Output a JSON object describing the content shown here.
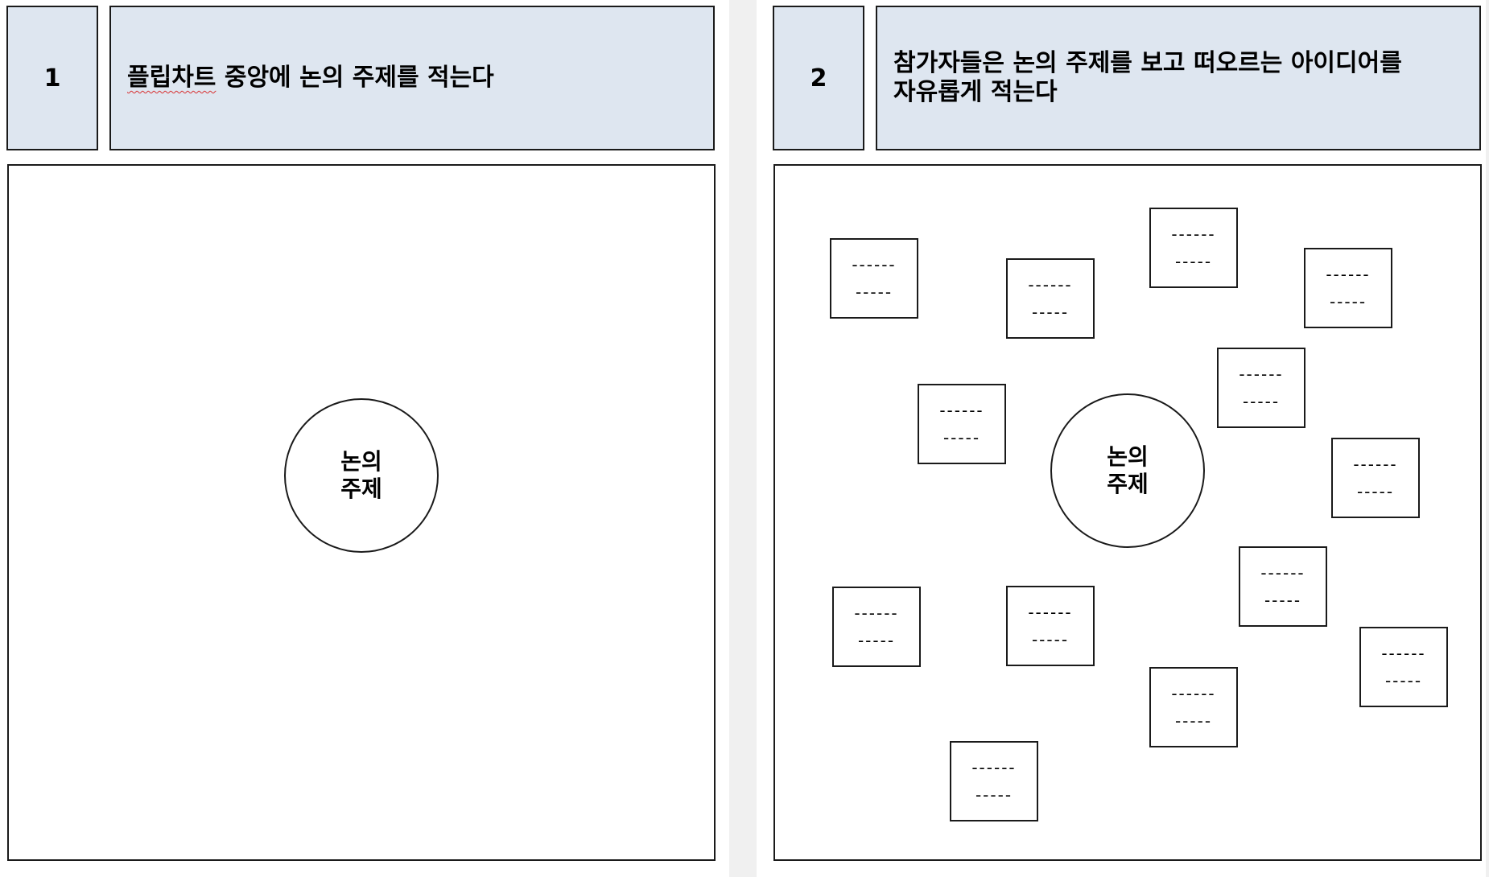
{
  "panels": [
    {
      "step": "1",
      "title_underlined": "플립차트",
      "title_rest": " 중앙에 논의 주제를 적는다",
      "topic": "논의\n주제"
    },
    {
      "step": "2",
      "title": "참가자들은 논의 주제를 보고 떠오르는 아이디어를\n자유롭게 적는다",
      "topic": "논의\n주제",
      "idea_notes": [
        "------\n-----",
        "------\n-----",
        "------\n-----",
        "------\n-----",
        "------\n-----",
        "------\n-----",
        "------\n-----",
        "------\n-----",
        "------\n-----",
        "------\n-----",
        "------\n-----",
        "------\n-----",
        "------\n-----",
        "------\n-----"
      ]
    }
  ]
}
